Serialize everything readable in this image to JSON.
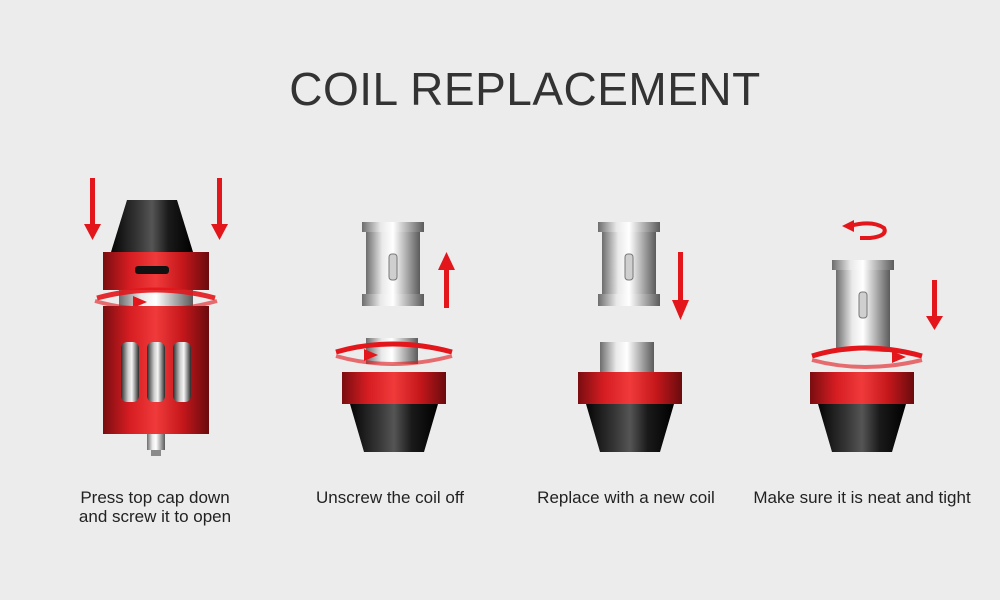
{
  "title": "COIL REPLACEMENT",
  "accent_color": "#e3161b",
  "steps": [
    {
      "caption": [
        "Press top cap down",
        "and screw it to open"
      ]
    },
    {
      "caption": [
        "Unscrew the coil off"
      ]
    },
    {
      "caption": [
        "Replace with a new coil"
      ]
    },
    {
      "caption": [
        "Make sure it is neat and tight"
      ]
    }
  ]
}
